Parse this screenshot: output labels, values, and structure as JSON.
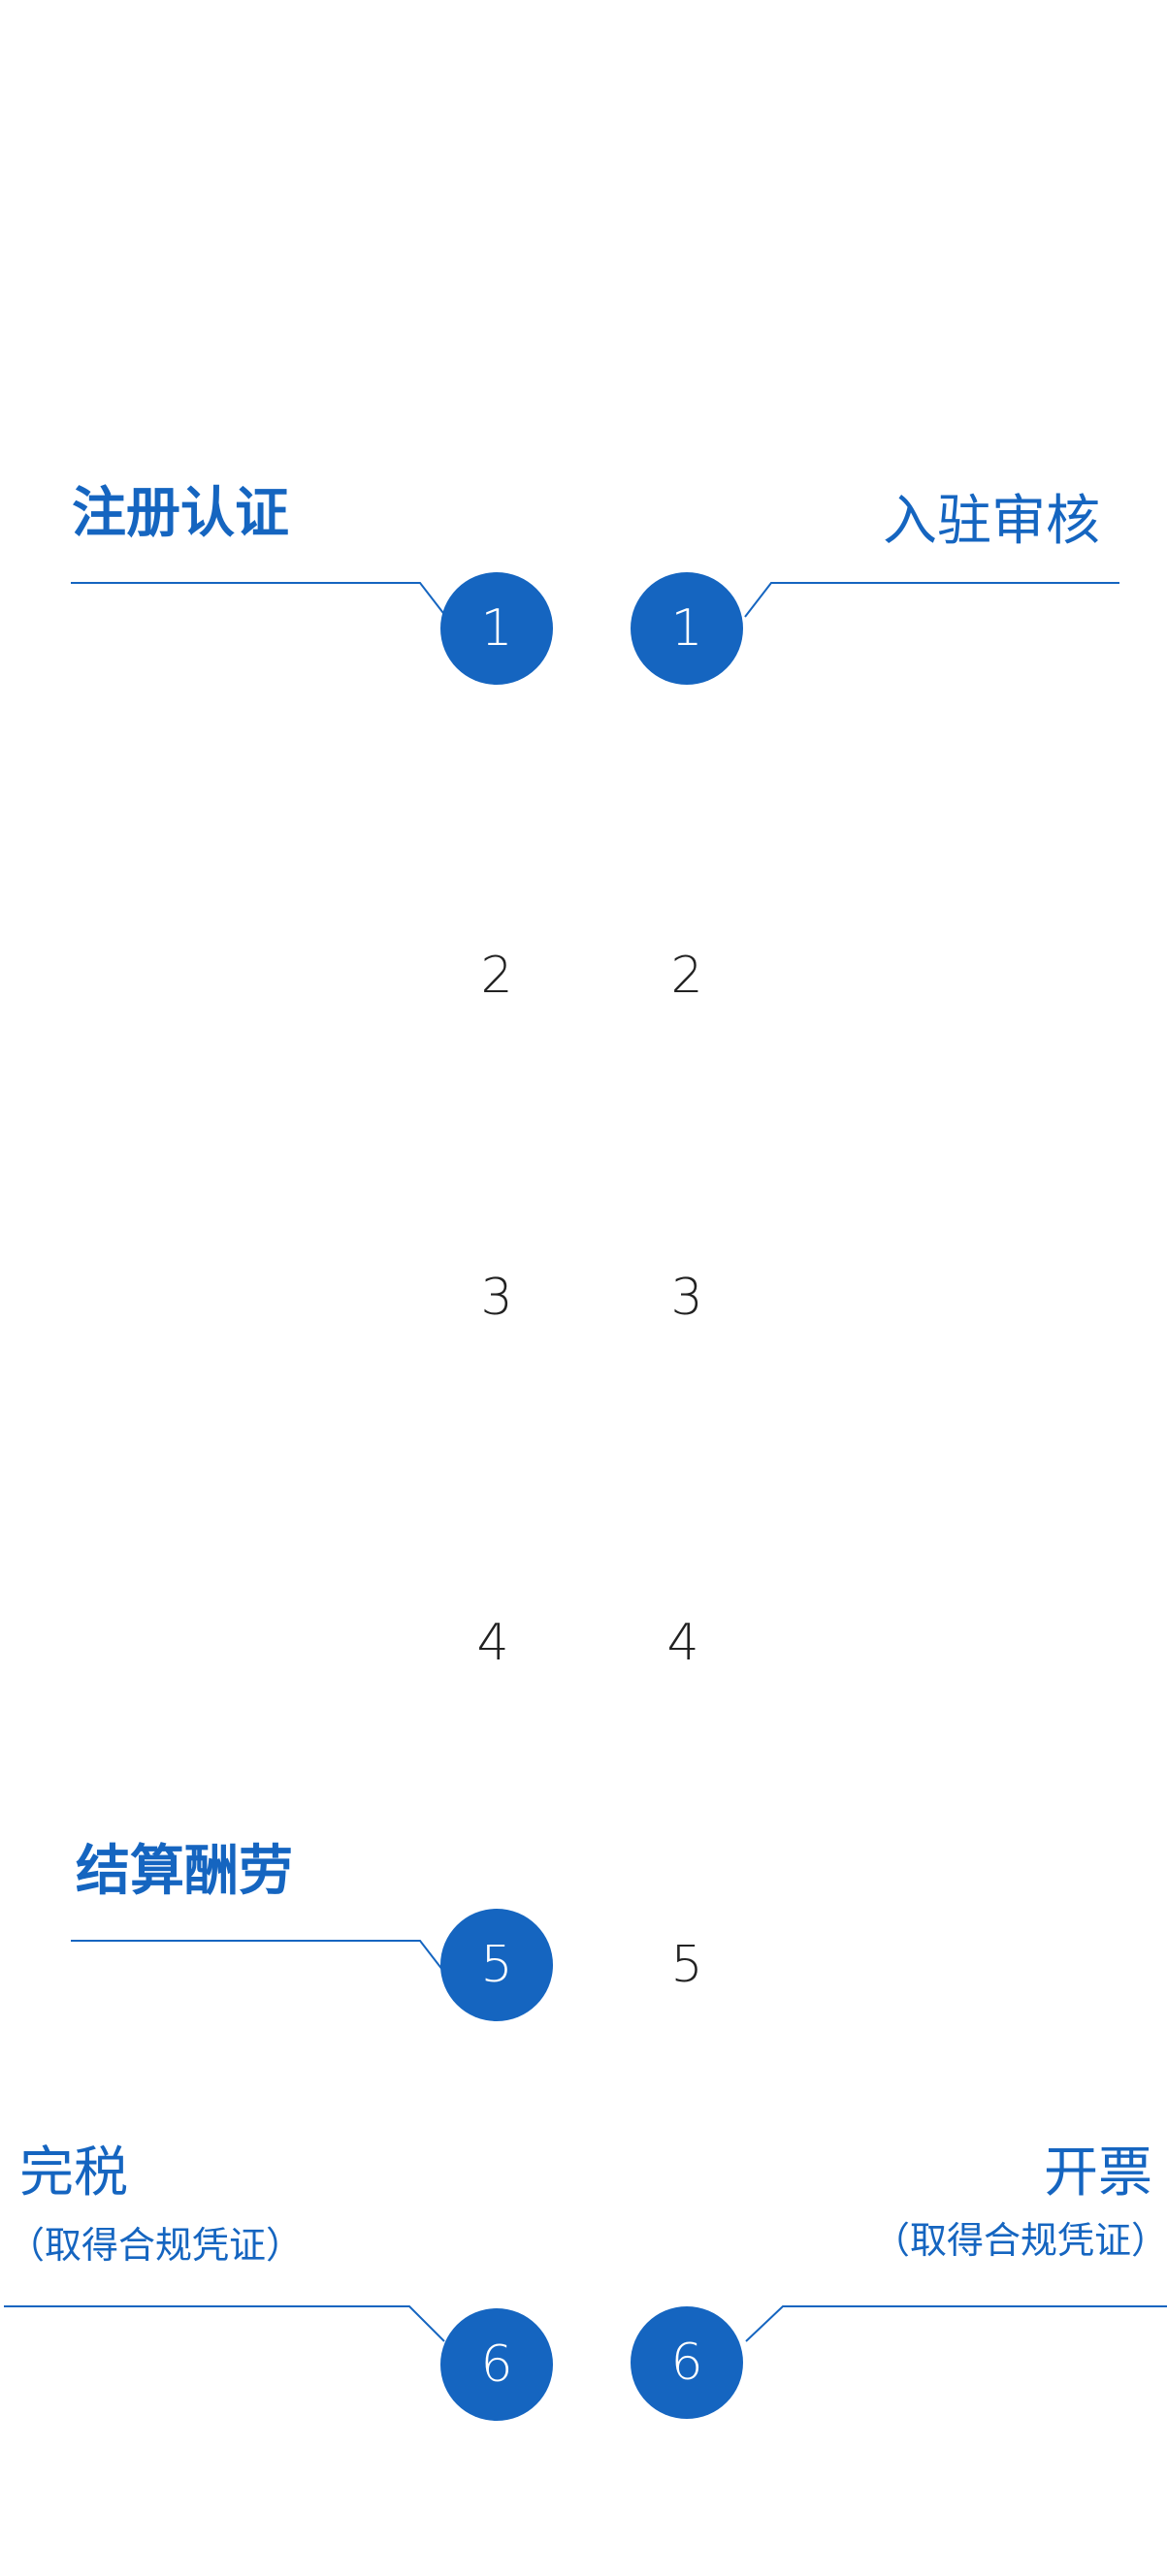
{
  "accent_color": "#1565c0",
  "left_steps": [
    {
      "num": "1",
      "filled": true
    },
    {
      "num": "2",
      "filled": false
    },
    {
      "num": "3",
      "filled": false
    },
    {
      "num": "4",
      "filled": false
    },
    {
      "num": "5",
      "filled": true
    },
    {
      "num": "6",
      "filled": true
    }
  ],
  "right_steps": [
    {
      "num": "1",
      "filled": true
    },
    {
      "num": "2",
      "filled": false
    },
    {
      "num": "3",
      "filled": false
    },
    {
      "num": "4",
      "filled": false
    },
    {
      "num": "5",
      "filled": false
    },
    {
      "num": "6",
      "filled": true
    }
  ],
  "labels": {
    "register": "注册认证",
    "review": "入驻审核",
    "settle": "结算酬劳",
    "tax": "完税",
    "tax_note": "（取得合规凭证）",
    "invoice": "开票",
    "invoice_note": "（取得合规凭证）"
  }
}
